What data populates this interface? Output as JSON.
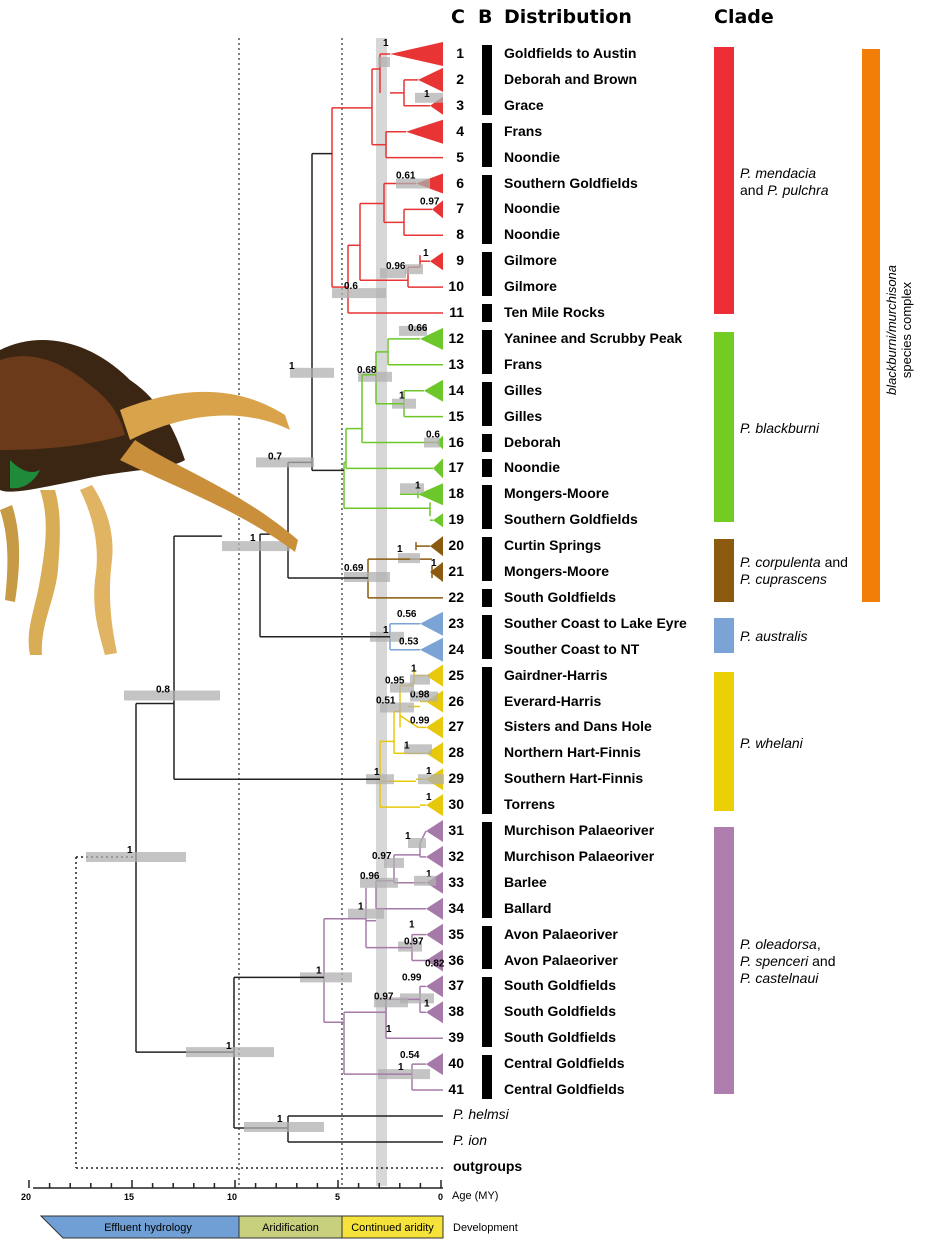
{
  "headers": {
    "c": "C",
    "b": "B",
    "distribution": "Distribution",
    "clade": "Clade"
  },
  "tips": [
    {
      "n": "1",
      "loc": "Goldfields to Austin"
    },
    {
      "n": "2",
      "loc": "Deborah and Brown"
    },
    {
      "n": "3",
      "loc": "Grace"
    },
    {
      "n": "4",
      "loc": "Frans"
    },
    {
      "n": "5",
      "loc": "Noondie"
    },
    {
      "n": "6",
      "loc": "Southern Goldfields"
    },
    {
      "n": "7",
      "loc": "Noondie"
    },
    {
      "n": "8",
      "loc": "Noondie"
    },
    {
      "n": "9",
      "loc": "Gilmore"
    },
    {
      "n": "10",
      "loc": "Gilmore"
    },
    {
      "n": "11",
      "loc": "Ten Mile Rocks"
    },
    {
      "n": "12",
      "loc": "Yaninee and Scrubby Peak"
    },
    {
      "n": "13",
      "loc": "Frans"
    },
    {
      "n": "14",
      "loc": "Gilles"
    },
    {
      "n": "15",
      "loc": "Gilles"
    },
    {
      "n": "16",
      "loc": "Deborah"
    },
    {
      "n": "17",
      "loc": "Noondie"
    },
    {
      "n": "18",
      "loc": "Mongers-Moore"
    },
    {
      "n": "19",
      "loc": "Southern Goldfields"
    },
    {
      "n": "20",
      "loc": "Curtin Springs"
    },
    {
      "n": "21",
      "loc": "Mongers-Moore"
    },
    {
      "n": "22",
      "loc": "South Goldfields"
    },
    {
      "n": "23",
      "loc": "Souther Coast to Lake Eyre"
    },
    {
      "n": "24",
      "loc": "Souther Coast to NT"
    },
    {
      "n": "25",
      "loc": "Gairdner-Harris"
    },
    {
      "n": "26",
      "loc": "Everard-Harris"
    },
    {
      "n": "27",
      "loc": "Sisters and Dans Hole"
    },
    {
      "n": "28",
      "loc": "Northern Hart-Finnis"
    },
    {
      "n": "29",
      "loc": "Southern Hart-Finnis"
    },
    {
      "n": "30",
      "loc": "Torrens"
    },
    {
      "n": "31",
      "loc": "Murchison Palaeoriver"
    },
    {
      "n": "32",
      "loc": "Murchison Palaeoriver"
    },
    {
      "n": "33",
      "loc": "Barlee"
    },
    {
      "n": "34",
      "loc": "Ballard"
    },
    {
      "n": "35",
      "loc": "Avon Palaeoriver"
    },
    {
      "n": "36",
      "loc": "Avon Palaeoriver"
    },
    {
      "n": "37",
      "loc": "South Goldfields"
    },
    {
      "n": "38",
      "loc": "South Goldfields"
    },
    {
      "n": "39",
      "loc": "South Goldfields"
    },
    {
      "n": "40",
      "loc": "Central Goldfields"
    },
    {
      "n": "41",
      "loc": "Central Goldfields"
    }
  ],
  "outgroups": {
    "helmsi": "P. helmsi",
    "ion": "P. ion",
    "outgroups": "outgroups"
  },
  "clades": [
    {
      "name": "mendacia",
      "color": "#ee2e36",
      "line1_it": "P. mendacia",
      "line2_pre": "and ",
      "line2_it": "P. pulchra"
    },
    {
      "name": "blackburni",
      "color": "#72cc23",
      "line1_it": "P. blackburni"
    },
    {
      "name": "corpulenta",
      "color": "#8b5a0e",
      "line1_it": "P. corpulenta",
      "line1_post": " and",
      "line2_it": "P. cuprascens"
    },
    {
      "name": "australis",
      "color": "#7ba3d6",
      "line1_it": "P. australis"
    },
    {
      "name": "whelani",
      "color": "#ecd007",
      "line1_it": "P. whelani"
    },
    {
      "name": "oleadorsa",
      "color": "#ad7eae",
      "line1_it": "P. oleadorsa",
      "line1_post": ",",
      "line2_it": "P. spenceri",
      "line2_post": " and",
      "line3_it": "P. castelnaui"
    }
  ],
  "complex": {
    "label_it": "blackburni/murchisona",
    "label_plain": "species complex",
    "color": "#f27d07"
  },
  "support_values": [
    "1",
    "1",
    "0.61",
    "0.97",
    "1",
    "0.96",
    "0.6",
    "0.66",
    "1",
    "0.68",
    "1",
    "0.6",
    "1",
    "0.7",
    "1",
    "1",
    "1",
    "0.69",
    "0.56",
    "1",
    "0.53",
    "0.8",
    "1",
    "0.95",
    "0.98",
    "0.51",
    "0.99",
    "1",
    "1",
    "1",
    "1",
    "1",
    "1",
    "0.97",
    "0.96",
    "1",
    "1",
    "0.97",
    "1",
    "0.82",
    "0.99",
    "1",
    "0.97",
    "1",
    "0.54",
    "1",
    "1",
    "1",
    "1",
    "1"
  ],
  "axis": {
    "ticks": [
      "20",
      "15",
      "10",
      "5",
      "0"
    ],
    "label": "Age (MY)"
  },
  "development": {
    "label": "Development",
    "bands": [
      {
        "text": "Effluent hydrology",
        "color": "#6f9fd4"
      },
      {
        "text": "Aridification",
        "color": "#b8c99a"
      },
      {
        "text": "Continued aridity",
        "color": "#f5e23a"
      }
    ]
  }
}
